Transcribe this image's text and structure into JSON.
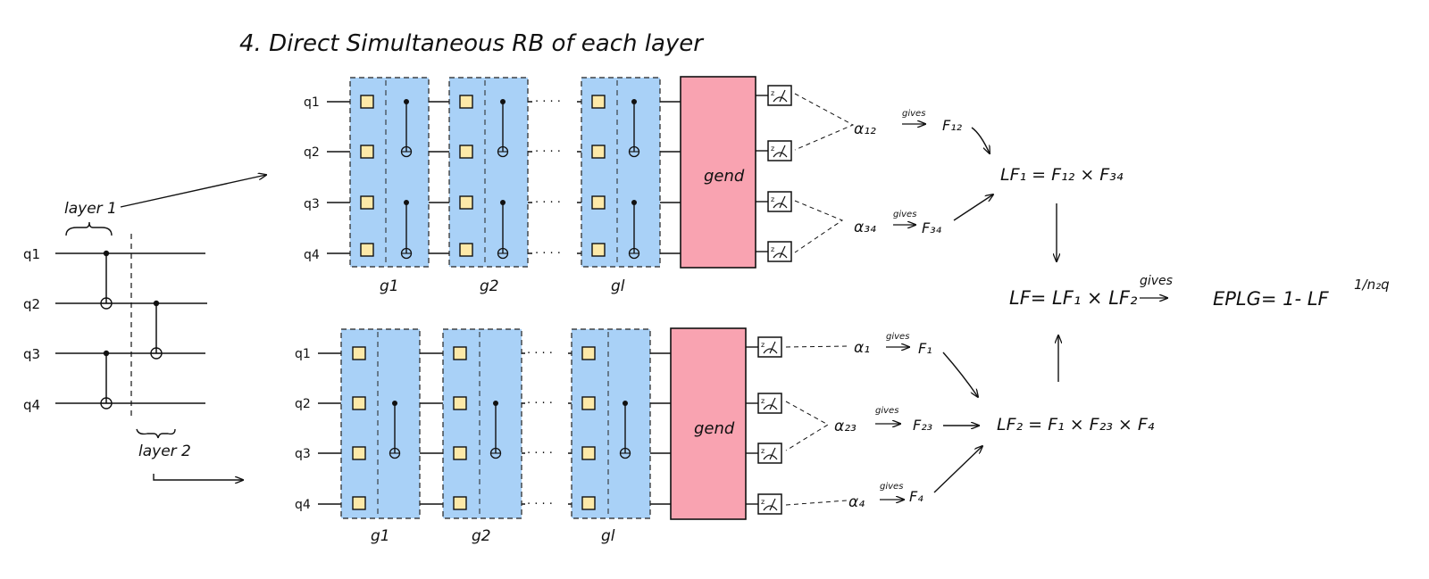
{
  "title": "4. Direct Simultaneous RB of each layer",
  "layer_labels": {
    "layer1": "layer 1",
    "layer2": "layer 2"
  },
  "qubits": [
    "q1",
    "q2",
    "q3",
    "q4"
  ],
  "layer_names": [
    "g1",
    "g2",
    "gl"
  ],
  "dots": "· · · ·",
  "inverse_gate_label": "gend",
  "measure_symbol": "z",
  "top_fidelities": {
    "alpha_12": "α₁₂",
    "alpha_34": "α₃₄",
    "gives": "gives",
    "f12": "F₁₂",
    "f34": "F₃₄"
  },
  "bottom_fidelities": {
    "alpha_1": "α₁",
    "alpha_23": "α₂₃",
    "alpha_4": "α₄",
    "gives": "gives",
    "f1": "F₁",
    "f23": "F₂₃",
    "f4": "F₄"
  },
  "formulas": {
    "lf1": "LF₁ =  F₁₂ × F₃₄",
    "lf2": "LF₂ = F₁ × F₂₃ × F₄",
    "lf": "LF= LF₁ × LF₂",
    "gives": "gives",
    "eplg": "EPLG= 1- LF",
    "eplg_exp": "1/n₂q"
  },
  "colors": {
    "layer_fill": "#a9d1f7",
    "gate_fill": "#fde9a8",
    "inverse_fill": "#f9a3b1",
    "line": "#111111"
  }
}
